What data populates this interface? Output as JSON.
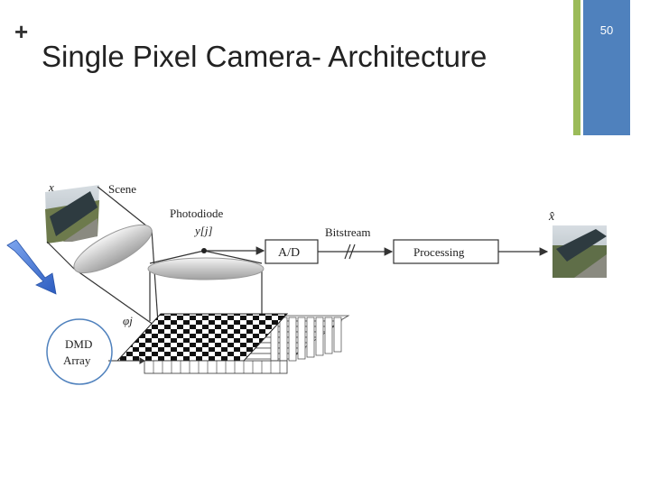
{
  "slide": {
    "title": "Single Pixel Camera- Architecture",
    "page_number": "50",
    "bullet": "+"
  },
  "diagram": {
    "labels": {
      "x": "x",
      "scene": "Scene",
      "photodiode": "Photodiode",
      "yj": "y[j]",
      "ad": "A/D",
      "bitstream": "Bitstream",
      "processing": "Processing",
      "xhat": "x̂",
      "phij": "φj",
      "dmd": "DMD",
      "array": "Array"
    }
  },
  "colors": {
    "accent_green": "#9bbb59",
    "accent_blue": "#4f81bd",
    "arrow_blue": "#3a6cc7",
    "circle_outline": "#4f81bd"
  }
}
